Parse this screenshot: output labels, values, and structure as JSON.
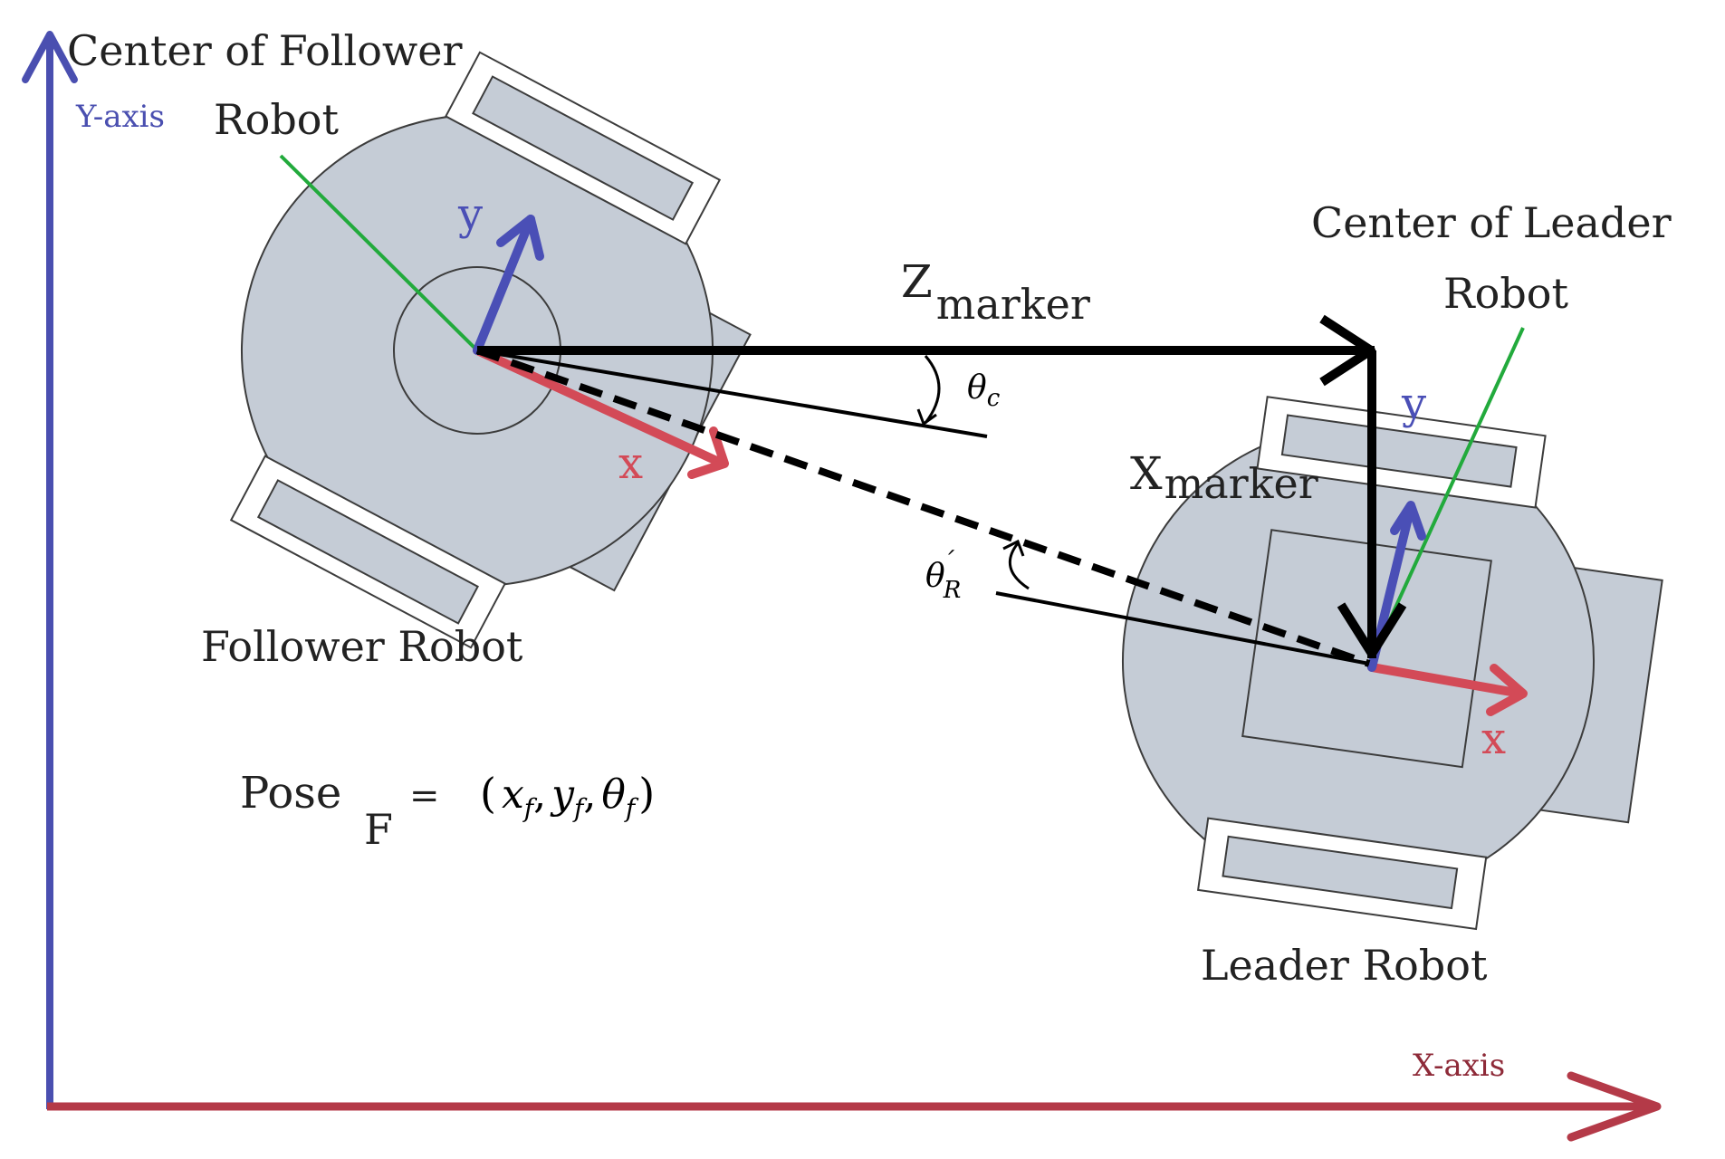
{
  "labels": {
    "y_axis": "Y-axis",
    "x_axis": "X-axis",
    "center_follower_line1": "Center of Follower",
    "center_follower_line2": "Robot",
    "center_leader_line1": "Center of Leader",
    "center_leader_line2": "Robot",
    "follower_robot": "Follower Robot",
    "leader_robot": "Leader Robot",
    "z_marker_main": "Z",
    "z_marker_sub": "marker",
    "x_marker_main": "X",
    "x_marker_sub": "marker",
    "theta_c_symbol": "θ",
    "theta_c_sub": "c",
    "theta_r_symbol": "θ",
    "theta_r_prime": "´",
    "theta_r_sub": "R",
    "pose_word": "Pose",
    "pose_sub": "F",
    "pose_equals": "=",
    "pose_expr": "(x_f, y_f, θ_f)",
    "pose_open": "(",
    "pose_x": "x",
    "pose_x_sub": "f",
    "pose_comma1": ",",
    "pose_y": "y",
    "pose_y_sub": "f",
    "pose_comma2": ",",
    "pose_theta": "θ",
    "pose_theta_sub": "f",
    "pose_close": ")",
    "follower_frame_x": "x",
    "follower_frame_y": "y",
    "leader_frame_x": "x",
    "leader_frame_y": "y"
  },
  "colors": {
    "y_axis": "#4a4fb0",
    "x_axis": "#b43a48",
    "robot_body": "#c5ccd6",
    "robot_outline": "#3c3c3c",
    "frame_x": "#d34a57",
    "frame_y": "#4a4fb6",
    "center_pointer": "#22aa3c",
    "measurement": "#000000"
  }
}
